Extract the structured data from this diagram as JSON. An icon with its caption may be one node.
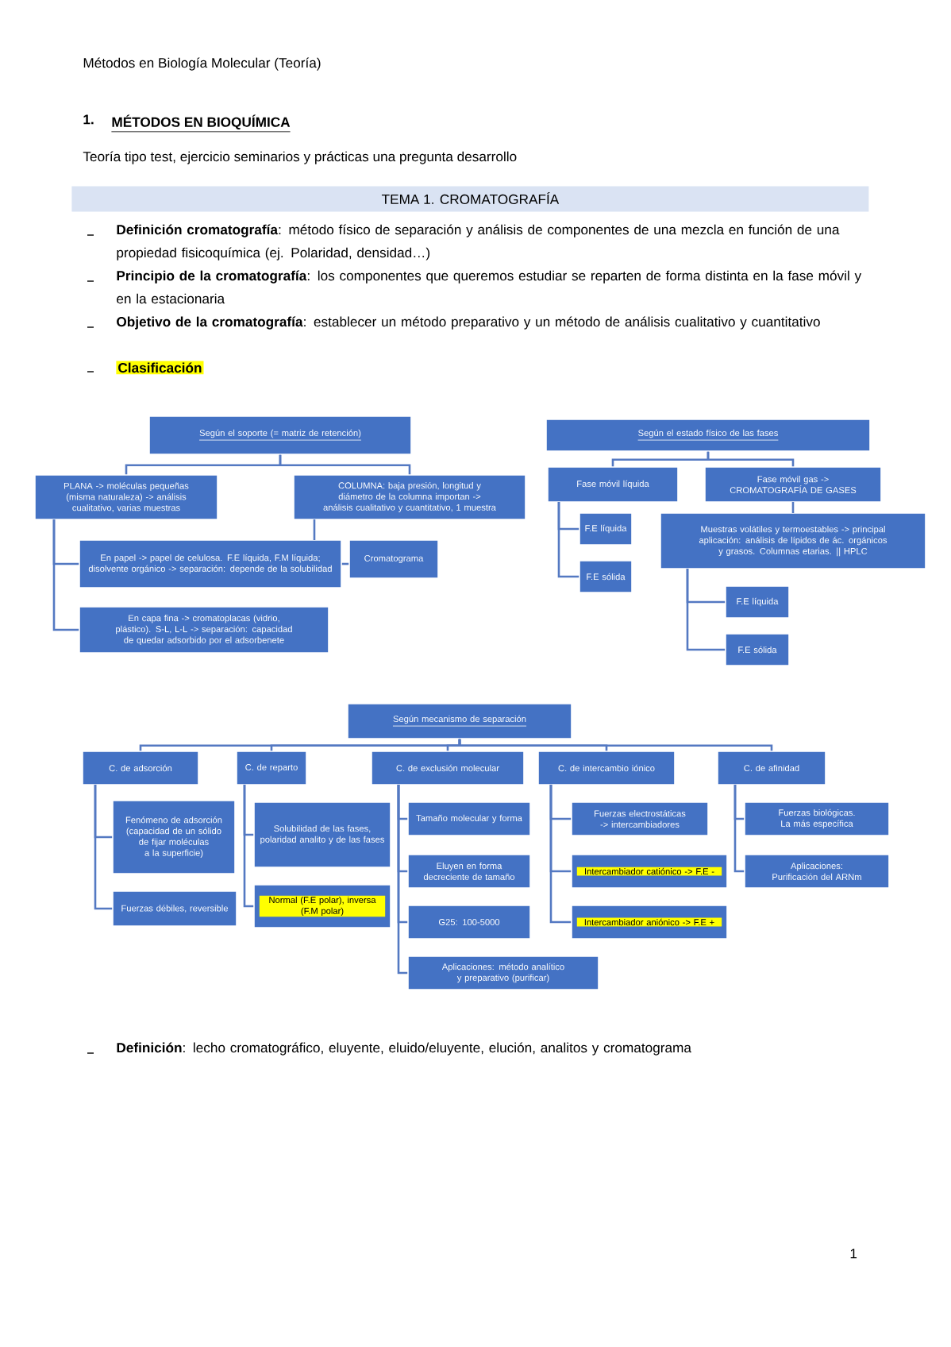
{
  "diagram": {
    "nodes": [
      {
        "text": [
          "Según el soporte (= matriz de retención)"
        ]
      },
      {
        "text": [
          "PLANA -> moléculas pequeñas (misma naturaleza) -> análisis cualitativo, varias muestras"
        ]
      },
      {
        "text": [
          "COLUMNA: baja presión, longitud y diámetro de la columna importan -> análisis cualitativo y cuantitativo, 1 muestra"
        ]
      },
      {
        "text": [
          "En papel -> papel de celulosa. F.E líquida, F.M líquida; disolvente orgánico -> separación: depende de la solubilidad"
        ]
      },
      {
        "text": [
          "Cromatograma"
        ]
      },
      {
        "text": [
          "En capa fina -> cromatoplacas (vidrio, plástico). S-L, L-L -> separación: capacidad de quedar adsorbido por el adsorbenete"
        ]
      },
      {
        "text": [
          "Según el estado físico de las fases"
        ]
      },
      {
        "text": [
          "Fase móvil líquida"
        ]
      },
      {
        "text": [
          "Fase móvil gas -> CROMATOGRAFÍA DE GASES"
        ]
      },
      {
        "text": [
          "F.E líquida"
        ]
      },
      {
        "text": [
          "F.E sólida"
        ]
      },
      {
        "text": [
          "Muestras volátiles y termoestables -> principal aplicación: análisis de lípidos de ác. orgánicos y grasos. Columnas etarias. || HPLC"
        ]
      },
      {
        "text": [
          "F.E líquida"
        ]
      },
      {
        "text": [
          "F.E sólida"
        ]
      },
      {
        "text": [
          "Según mecanismo de separación"
        ]
      },
      {
        "text": [
          "C. de adsorción"
        ]
      },
      {
        "text": [
          "C. de reparto"
        ]
      },
      {
        "text": [
          "C. de exclusión molecular"
        ]
      },
      {
        "text": [
          "C. de intercambio iónico"
        ]
      },
      {
        "text": [
          "C. de afinidad"
        ]
      },
      {
        "text": [
          "Fenómeno de adsorción (capacidad de un sólido de fijar moléculas a la superficie)"
        ]
      },
      {
        "text": [
          "Fuerzas débiles, reversible"
        ]
      },
      {
        "text": [
          "Solubilidad de las fases, polaridad analito y de las fases"
        ]
      },
      {
        "text": [
          "Normal (F.E polar), inversa (F.M polar)"
        ]
      },
      {
        "text": [
          "Tamaño molecular y forma"
        ]
      },
      {
        "text": [
          "Eluyen en forma decreciente de tamaño"
        ]
      },
      {
        "text": [
          "G25: 100-5000"
        ]
      },
      {
        "text": [
          "Aplicaciones: método analítico y preparativo (purificar)"
        ]
      },
      {
        "text": [
          "Fuerzas electrostáticas -> intercambiadores"
        ]
      },
      {
        "text": [
          "Intercambiador catiónico -> F.E -"
        ]
      },
      {
        "text": [
          "Intercambiador aniónico -> F.E +"
        ]
      },
      {
        "text": [
          "Fuerzas biológicas. La más específica"
        ]
      },
      {
        "text": [
          "Aplicaciones: Purificación del ARNm"
        ]
      }
    ],
    "edges": [
      {
        "from": 0,
        "to": 1,
        "arrow": "none"
      },
      {
        "from": 0,
        "to": 2,
        "arrow": "none"
      },
      {
        "from": 1,
        "to": 3,
        "arrow": "none"
      },
      {
        "from": 1,
        "to": 5,
        "arrow": "none"
      },
      {
        "from": 2,
        "to": 3,
        "arrow": "none"
      },
      {
        "from": 3,
        "to": 4,
        "arrow": "none"
      },
      {
        "from": 6,
        "to": 7,
        "arrow": "none"
      },
      {
        "from": 6,
        "to": 8,
        "arrow": "none"
      },
      {
        "from": 7,
        "to": 9,
        "arrow": "none"
      },
      {
        "from": 7,
        "to": 10,
        "arrow": "none"
      },
      {
        "from": 8,
        "to": 11,
        "arrow": "none"
      },
      {
        "from": 11,
        "to": 12,
        "arrow": "none"
      },
      {
        "from": 11,
        "to": 13,
        "arrow": "none"
      },
      {
        "from": 14,
        "to": 15,
        "arrow": "none"
      },
      {
        "from": 14,
        "to": 16,
        "arrow": "none"
      },
      {
        "from": 14,
        "to": 17,
        "arrow": "none"
      },
      {
        "from": 14,
        "to": 18,
        "arrow": "none"
      },
      {
        "from": 14,
        "to": 19,
        "arrow": "none"
      },
      {
        "from": 15,
        "to": 20,
        "arrow": "none"
      },
      {
        "from": 15,
        "to": 21,
        "arrow": "none"
      },
      {
        "from": 16,
        "to": 22,
        "arrow": "none"
      },
      {
        "from": 16,
        "to": 23,
        "arrow": "none"
      },
      {
        "from": 17,
        "to": 24,
        "arrow": "none"
      },
      {
        "from": 17,
        "to": 25,
        "arrow": "none"
      },
      {
        "from": 17,
        "to": 26,
        "arrow": "none"
      },
      {
        "from": 17,
        "to": 27,
        "arrow": "none"
      },
      {
        "from": 18,
        "to": 28,
        "arrow": "none"
      },
      {
        "from": 18,
        "to": 29,
        "arrow": "none"
      },
      {
        "from": 18,
        "to": 30,
        "arrow": "none"
      },
      {
        "from": 19,
        "to": 31,
        "arrow": "none"
      },
      {
        "from": 19,
        "to": 32,
        "arrow": "none"
      }
    ],
    "labels": [
      "Métodos en Biología Molecular (Teoría)",
      "1.",
      "MÉTODOS EN BIOQUÍMICA",
      "Teoría tipo test, ejercicio seminarios y prácticas una pregunta desarrollo",
      "TEMA 1. CROMATOGRAFÍA",
      "**Definición cromatografía**: método físico de separación y análisis de componentes de una mezcla en función de una propiedad fisicoquímica (ej. Polaridad, densidad…)",
      "**Principio de la cromatografía**: los componentes que queremos estudiar se reparten de forma distinta en la fase móvil y en la estacionaria",
      "**Objetivo de la cromatografía**: establecer un método preparativo y un método de análisis cualitativo y cuantitativo",
      "Clasificación",
      "**Definición**: lecho cromatográfico, eluyente, eluido/eluyente, elución, analitos y cromatograma",
      "1"
    ]
  }
}
